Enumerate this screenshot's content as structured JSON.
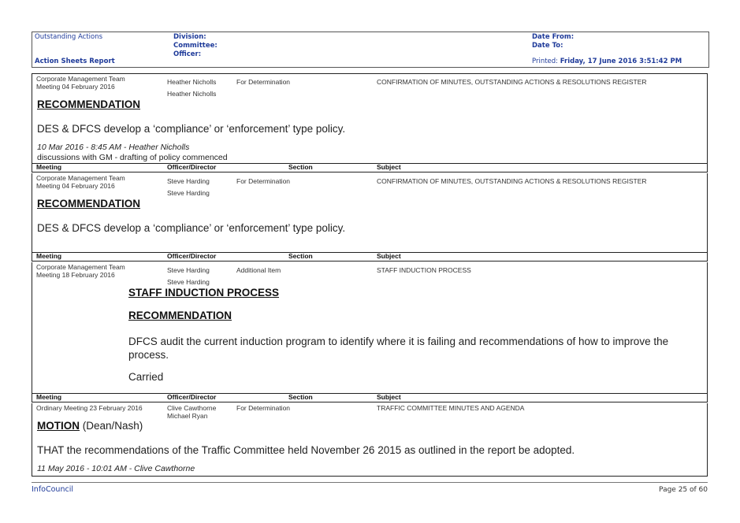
{
  "header": {
    "report_name": "Outstanding Actions",
    "report_type": "Action Sheets Report",
    "division_label": "Division:",
    "committee_label": "Committee:",
    "officer_label": "Officer:",
    "date_from_label": "Date From:",
    "date_to_label": "Date To:",
    "printed_label": "Printed:",
    "printed_value": "Friday, 17 June 2016   3:51:42 PM"
  },
  "columns": {
    "meeting": "Meeting",
    "officer": "Officer/Director",
    "section": "Section",
    "subject": "Subject"
  },
  "records": [
    {
      "meeting_line1": "Corporate Management Team",
      "meeting_line2": "Meeting  04 February 2016",
      "officer1": "Heather Nicholls",
      "officer2": "Heather Nicholls",
      "section": "For Determination",
      "subject": "CONFIRMATION OF MINUTES, OUTSTANDING ACTIONS & RESOLUTIONS REGISTER",
      "heading": "RECOMMENDATION",
      "text": "DES & DFCS develop a ‘compliance’ or ‘enforcement’ type policy.",
      "note_header": "10 Mar 2016 - 8:45 AM - Heather Nicholls",
      "note_body": "discussions with GM - drafting of policy commenced"
    },
    {
      "meeting_line1": "Corporate Management Team",
      "meeting_line2": "Meeting  04 February 2016",
      "officer1": "Steve Harding",
      "officer2": "Steve Harding",
      "section": "For Determination",
      "subject": "CONFIRMATION OF MINUTES, OUTSTANDING ACTIONS & RESOLUTIONS REGISTER",
      "heading": "RECOMMENDATION",
      "text": "DES & DFCS develop a ‘compliance’ or ‘enforcement’ type policy."
    },
    {
      "meeting_line1": "Corporate Management Team",
      "meeting_line2": "Meeting  18 February 2016",
      "officer1": "Steve Harding",
      "officer2": "Steve Harding",
      "section": "Additional Item",
      "subject": "STAFF INDUCTION PROCESS",
      "title": "STAFF INDUCTION PROCESS",
      "heading": "RECOMMENDATION",
      "text_line1": "DFCS audit the current induction program to identify where it is failing and recommendations of how to improve the",
      "text_line2": "process.",
      "outcome": "Carried"
    },
    {
      "meeting_line1": "Ordinary Meeting 23 February 2016",
      "officer1": "Clive Cawthorne",
      "officer2": "Michael Ryan",
      "section": "For Determination",
      "subject": "TRAFFIC COMMITTEE MINUTES AND AGENDA",
      "heading": "MOTION",
      "heading_suffix": " (Dean/Nash)",
      "text": "THAT the recommendations of the Traffic Committee held November 26 2015 as outlined in the report be adopted.",
      "note_header": "11 May 2016 - 10:01 AM - Clive Cawthorne"
    }
  ],
  "footer": {
    "brand": "InfoCouncil",
    "page": "Page 25 of 60"
  }
}
